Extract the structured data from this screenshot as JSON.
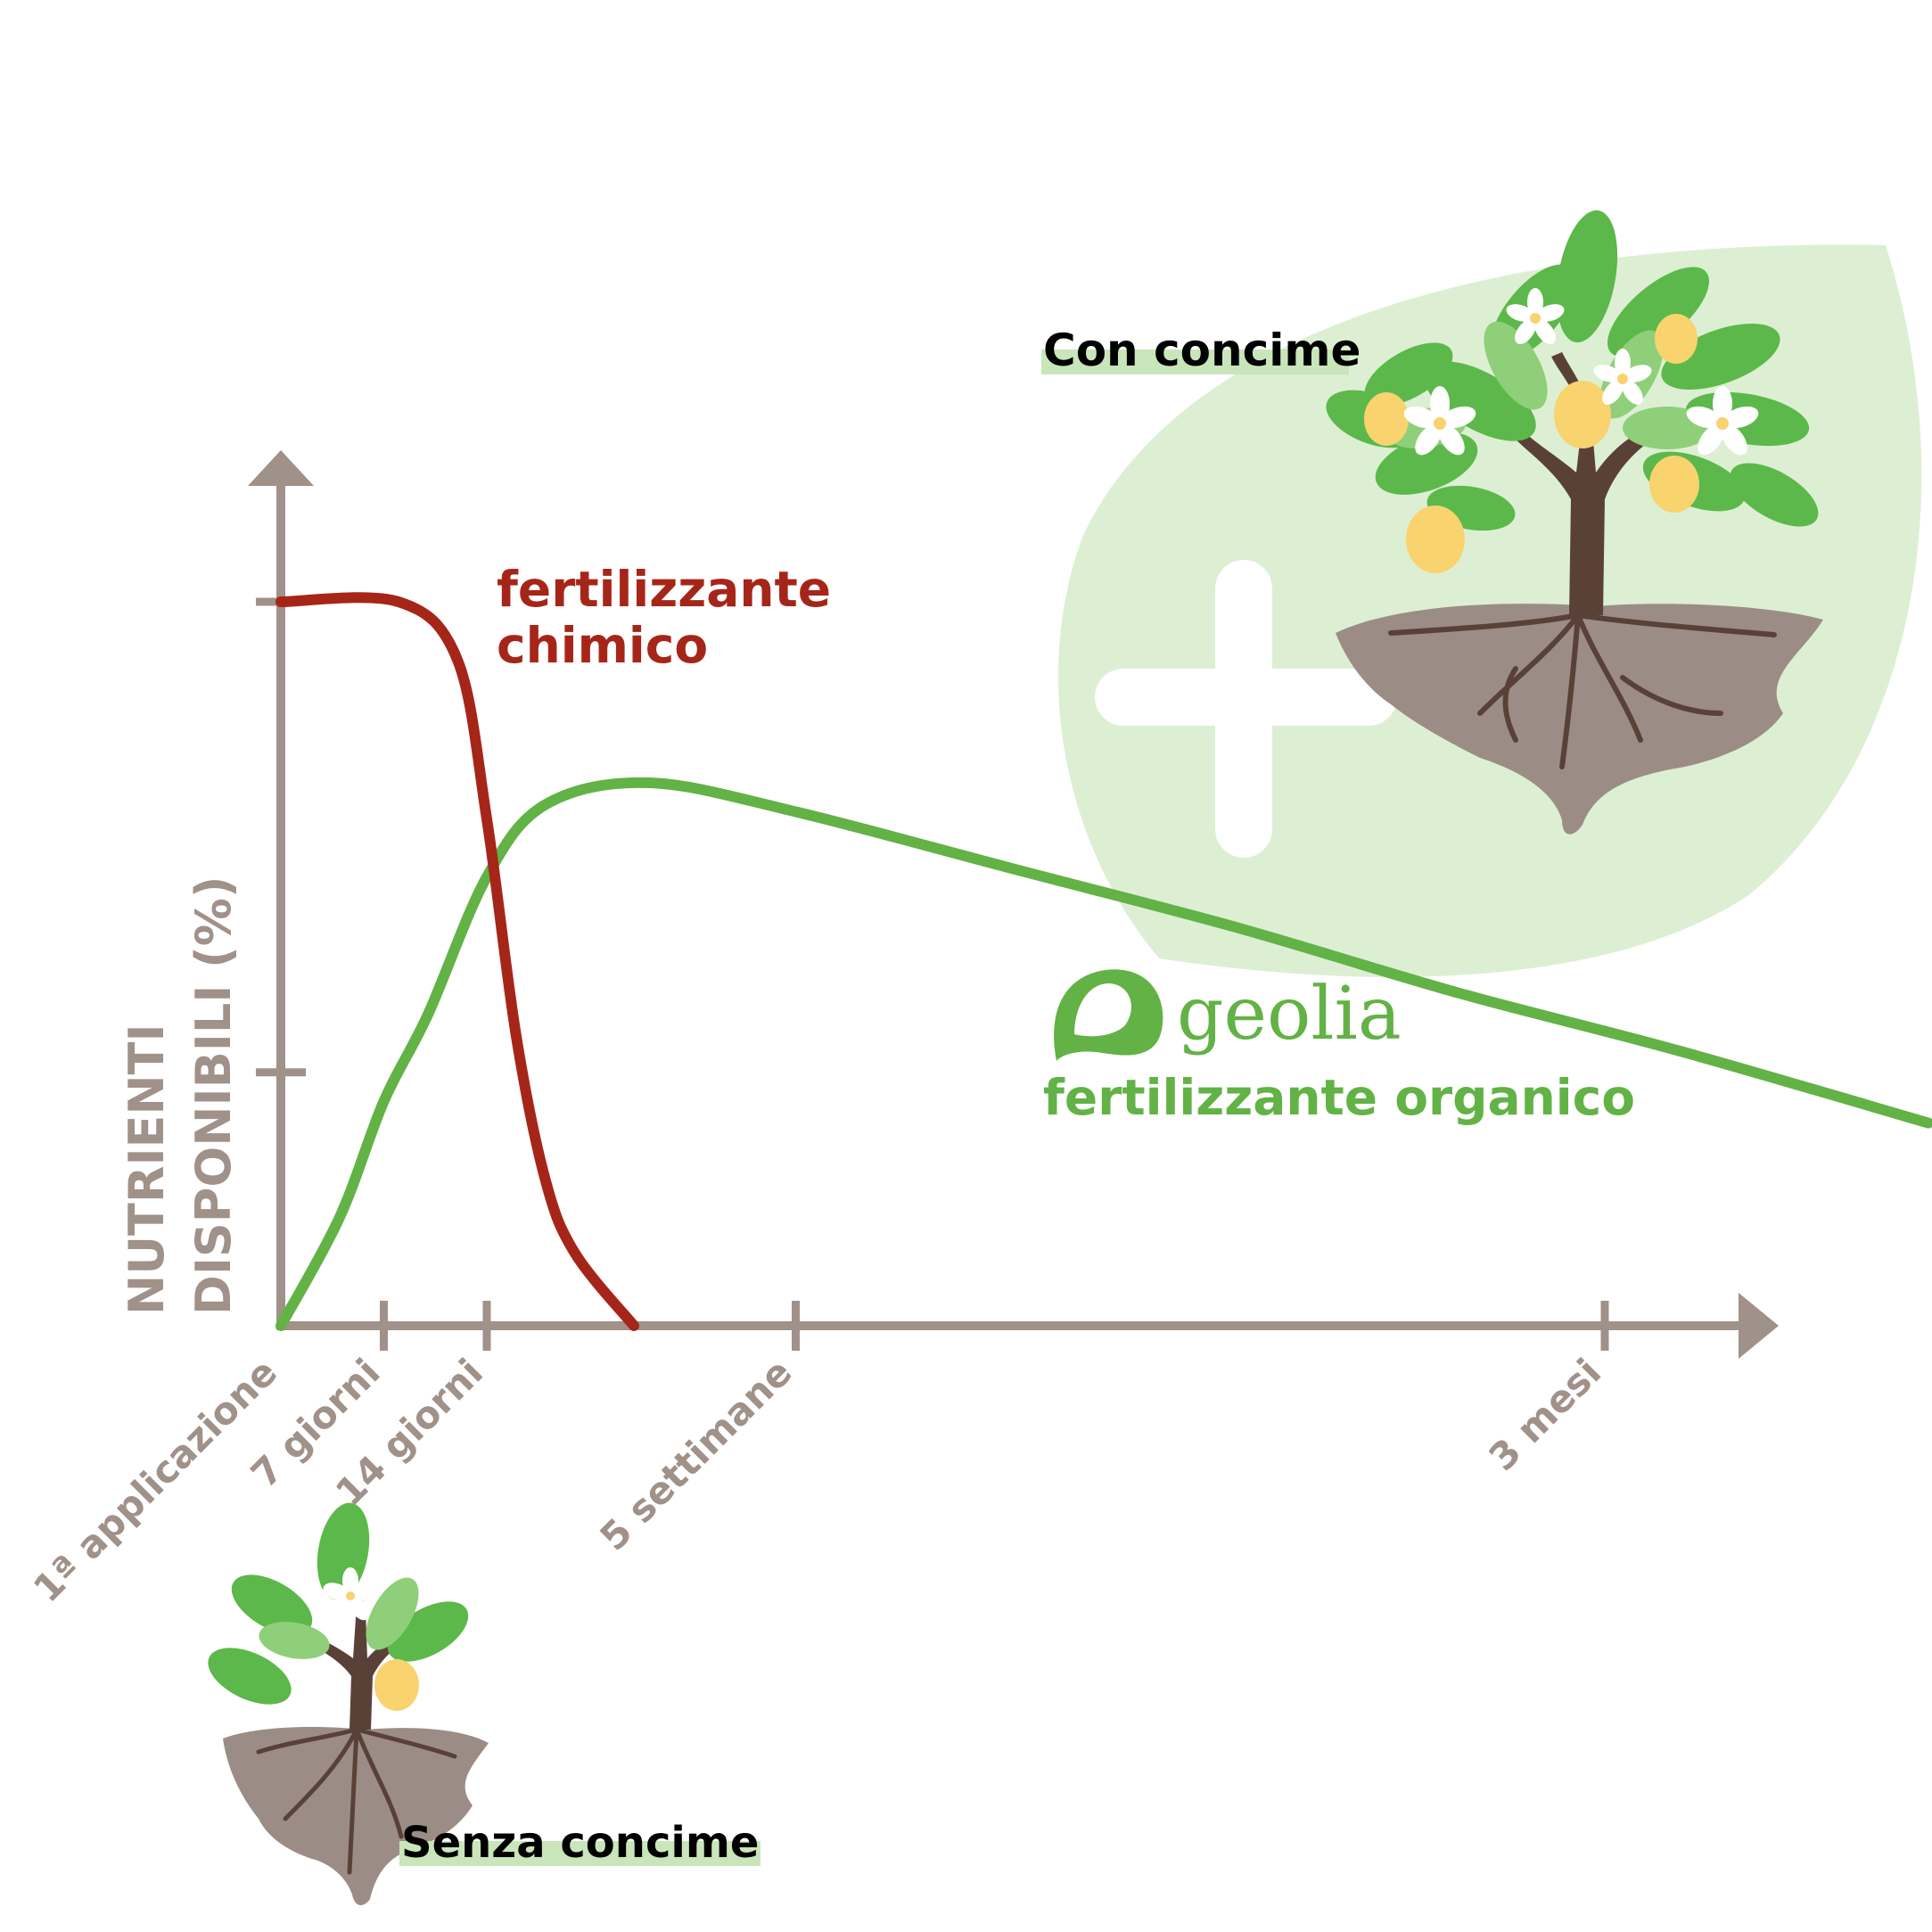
{
  "colors": {
    "axis": "#a09189",
    "chemical": "#a52619",
    "organic": "#62b246",
    "leaf_bg": "#dcefd3",
    "label_highlight": "#c9e6bb",
    "soil": "#9b8d86",
    "trunk": "#5a4138",
    "leaf": "#5cb84a",
    "leaf_light": "#8fcf7a",
    "lemon": "#f8d36e",
    "petal": "#ffffff",
    "text_dark": "#000000"
  },
  "labels": {
    "con_concime": "Con concime",
    "senza_concime": "Senza concime",
    "brand": "geolia"
  },
  "chart_data": {
    "type": "line",
    "title": "",
    "ylabel_lines": [
      "NUTRIENTI",
      "DISPONIBILI (%)"
    ],
    "xlabel": "",
    "x_ticks": [
      {
        "label": "1ª applicazione",
        "day": 0
      },
      {
        "label": "7 giorni",
        "day": 7
      },
      {
        "label": "14 giorni",
        "day": 14
      },
      {
        "label": "5 settimane",
        "day": 35
      },
      {
        "label": "3 mesi",
        "day": 90
      }
    ],
    "xlim": [
      0,
      100
    ],
    "ylim": [
      0,
      100
    ],
    "y_ticks": [
      35,
      100
    ],
    "series": [
      {
        "name": "fertilizzante chimico",
        "label_lines": [
          "fertilizzante",
          "chimico"
        ],
        "color_key": "chemical",
        "points": [
          [
            0,
            100
          ],
          [
            8,
            100
          ],
          [
            12,
            92
          ],
          [
            14,
            70
          ],
          [
            16,
            40
          ],
          [
            18,
            20
          ],
          [
            20,
            10
          ],
          [
            24,
            0
          ]
        ]
      },
      {
        "name": "fertilizzante organico",
        "label_lines": [
          "fertilizzante organico"
        ],
        "color_key": "organic",
        "points": [
          [
            0,
            0
          ],
          [
            4,
            15
          ],
          [
            7,
            31
          ],
          [
            10,
            43
          ],
          [
            14,
            62
          ],
          [
            18,
            72
          ],
          [
            25,
            75
          ],
          [
            35,
            71
          ],
          [
            50,
            63
          ],
          [
            65,
            55
          ],
          [
            80,
            46
          ],
          [
            95,
            38
          ],
          [
            112,
            28
          ]
        ]
      }
    ]
  }
}
